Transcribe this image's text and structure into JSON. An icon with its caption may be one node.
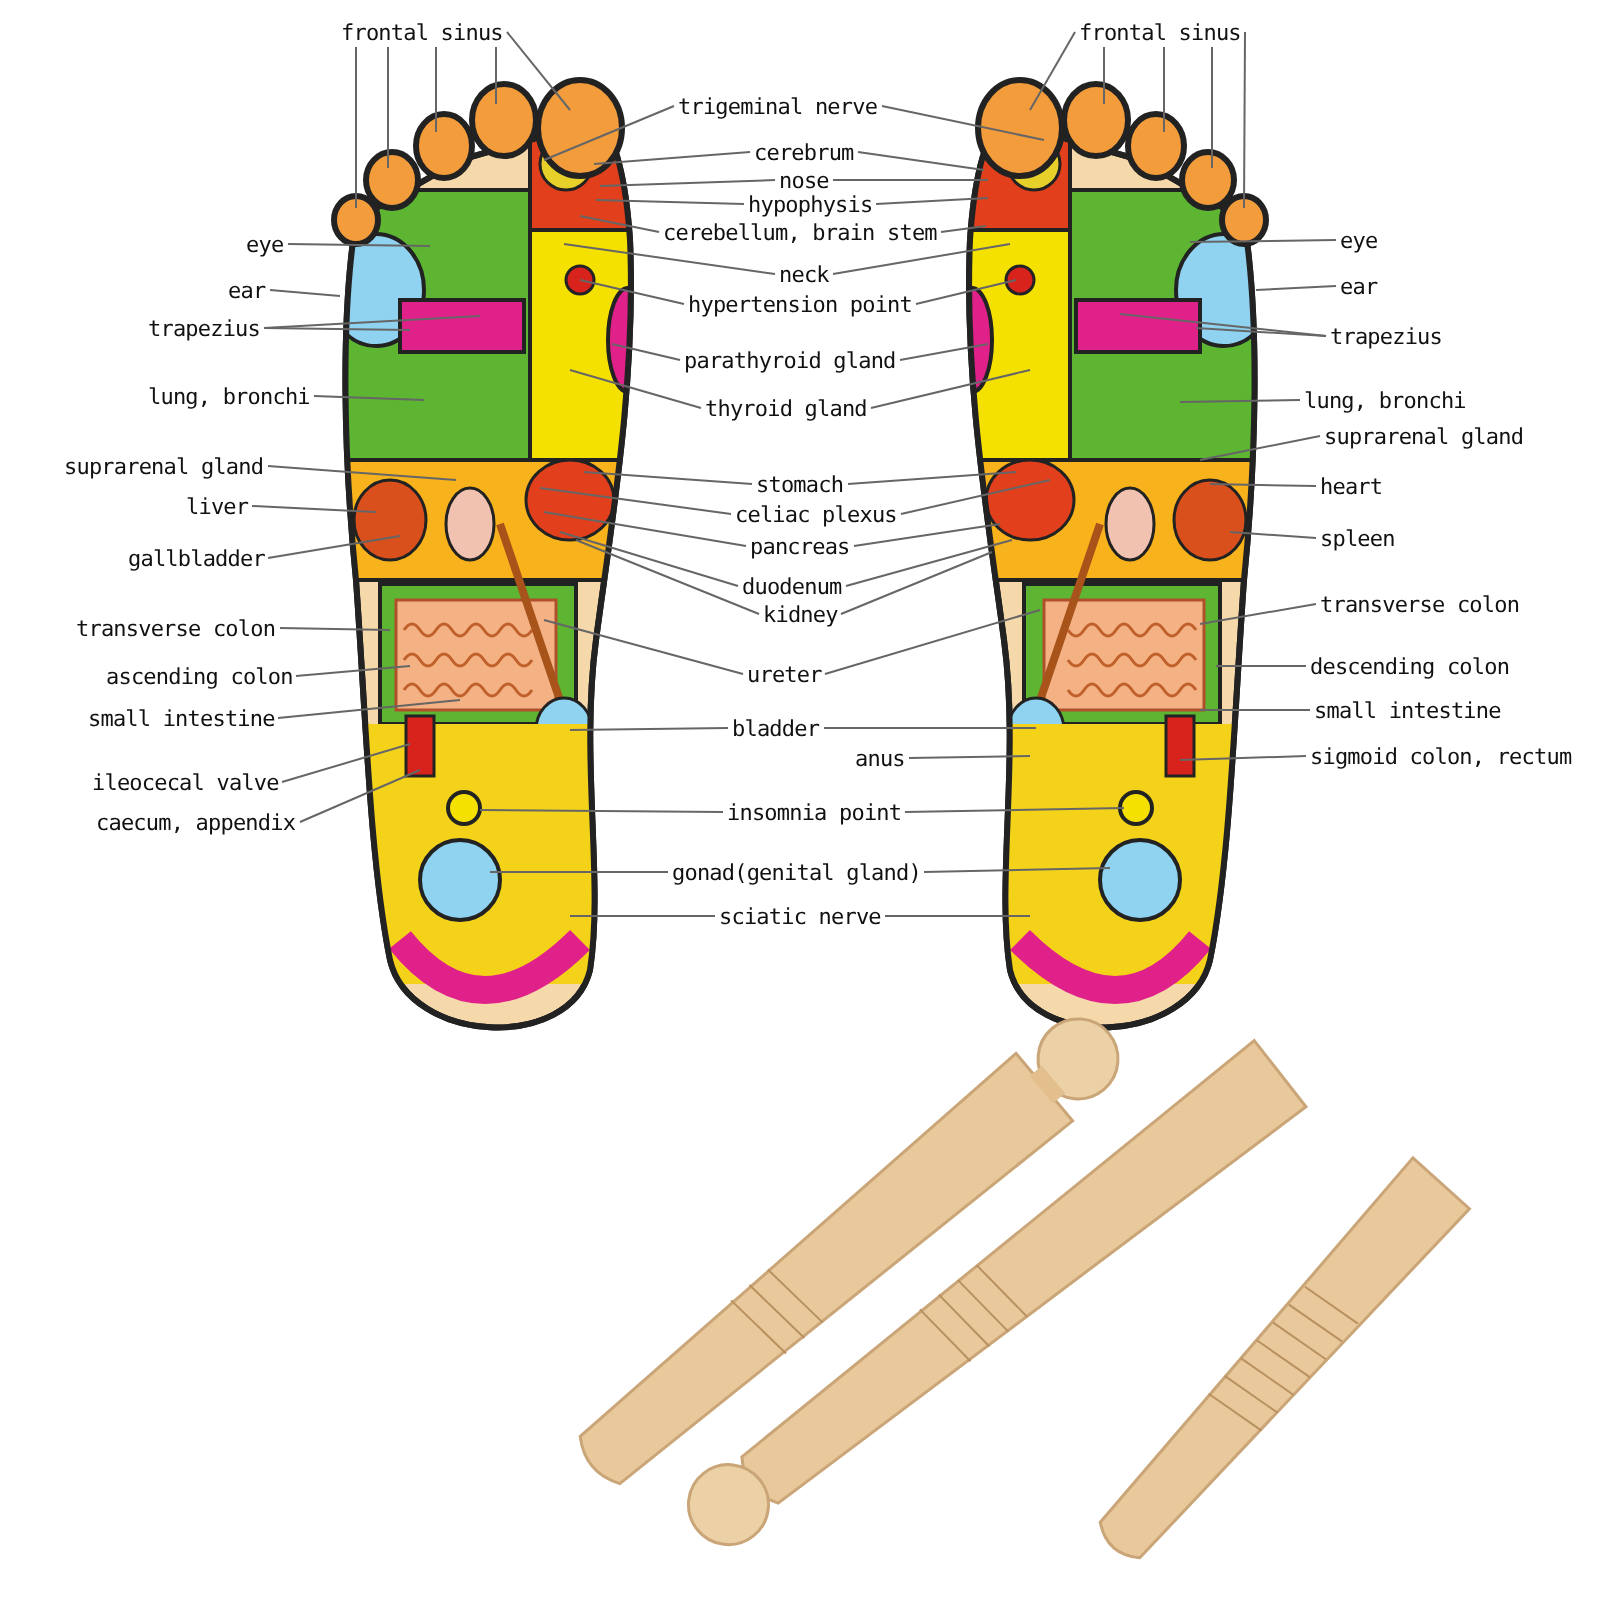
{
  "diagram": {
    "nodes": [
      {
        "text": [
          "frontal sinus"
        ]
      },
      {
        "text": [
          "eye"
        ]
      },
      {
        "text": [
          "ear"
        ]
      },
      {
        "text": [
          "trapezius"
        ]
      },
      {
        "text": [
          "lung, bronchi"
        ]
      },
      {
        "text": [
          "suprarenal gland"
        ]
      },
      {
        "text": [
          "liver"
        ]
      },
      {
        "text": [
          "gallbladder"
        ]
      },
      {
        "text": [
          "transverse colon"
        ]
      },
      {
        "text": [
          "ascending colon"
        ]
      },
      {
        "text": [
          "small intestine"
        ]
      },
      {
        "text": [
          "ileocecal valve"
        ]
      },
      {
        "text": [
          "caecum, appendix"
        ]
      },
      {
        "text": [
          "trigeminal nerve"
        ]
      },
      {
        "text": [
          "cerebrum"
        ]
      },
      {
        "text": [
          "nose"
        ]
      },
      {
        "text": [
          "hypophysis"
        ]
      },
      {
        "text": [
          "cerebellum, brain stem"
        ]
      },
      {
        "text": [
          "neck"
        ]
      },
      {
        "text": [
          "hypertension point"
        ]
      },
      {
        "text": [
          "parathyroid gland"
        ]
      },
      {
        "text": [
          "thyroid gland"
        ]
      },
      {
        "text": [
          "stomach"
        ]
      },
      {
        "text": [
          "celiac plexus"
        ]
      },
      {
        "text": [
          "pancreas"
        ]
      },
      {
        "text": [
          "duodenum"
        ]
      },
      {
        "text": [
          "kidney"
        ]
      },
      {
        "text": [
          "ureter"
        ]
      },
      {
        "text": [
          "bladder"
        ]
      },
      {
        "text": [
          "anus"
        ]
      },
      {
        "text": [
          "insomnia point"
        ]
      },
      {
        "text": [
          "gonad(genital gland)"
        ]
      },
      {
        "text": [
          "sciatic nerve"
        ]
      },
      {
        "text": [
          "frontal sinus"
        ]
      },
      {
        "text": [
          "eye"
        ]
      },
      {
        "text": [
          "ear"
        ]
      },
      {
        "text": [
          "trapezius"
        ]
      },
      {
        "text": [
          "lung, bronchi"
        ]
      },
      {
        "text": [
          "suprarenal gland"
        ]
      },
      {
        "text": [
          "heart"
        ]
      },
      {
        "text": [
          "spleen"
        ]
      },
      {
        "text": [
          "transverse colon"
        ]
      },
      {
        "text": [
          "descending colon"
        ]
      },
      {
        "text": [
          "small intestine"
        ]
      },
      {
        "text": [
          "sigmoid colon, rectum"
        ]
      }
    ],
    "edges": [
      {
        "from": 0,
        "to": null,
        "arrow": "none"
      },
      {
        "from": 0,
        "to": null,
        "arrow": "none"
      },
      {
        "from": 0,
        "to": null,
        "arrow": "none"
      },
      {
        "from": 0,
        "to": null,
        "arrow": "none"
      },
      {
        "from": 0,
        "to": null,
        "arrow": "none"
      },
      {
        "from": 1,
        "to": null,
        "arrow": "none"
      },
      {
        "from": 2,
        "to": null,
        "arrow": "none"
      },
      {
        "from": 3,
        "to": null,
        "arrow": "none"
      },
      {
        "from": 3,
        "to": null,
        "arrow": "none"
      },
      {
        "from": 4,
        "to": null,
        "arrow": "none"
      },
      {
        "from": 5,
        "to": null,
        "arrow": "none"
      },
      {
        "from": 6,
        "to": null,
        "arrow": "none"
      },
      {
        "from": 7,
        "to": null,
        "arrow": "none"
      },
      {
        "from": 8,
        "to": null,
        "arrow": "none"
      },
      {
        "from": 9,
        "to": null,
        "arrow": "none"
      },
      {
        "from": 10,
        "to": null,
        "arrow": "none"
      },
      {
        "from": 11,
        "to": null,
        "arrow": "none"
      },
      {
        "from": 12,
        "to": null,
        "arrow": "none"
      },
      {
        "from": 13,
        "to": null,
        "arrow": "none"
      },
      {
        "from": 13,
        "to": null,
        "arrow": "none"
      },
      {
        "from": 14,
        "to": null,
        "arrow": "none"
      },
      {
        "from": 14,
        "to": null,
        "arrow": "none"
      },
      {
        "from": 15,
        "to": null,
        "arrow": "none"
      },
      {
        "from": 15,
        "to": null,
        "arrow": "none"
      },
      {
        "from": 16,
        "to": null,
        "arrow": "none"
      },
      {
        "from": 16,
        "to": null,
        "arrow": "none"
      },
      {
        "from": 17,
        "to": null,
        "arrow": "none"
      },
      {
        "from": 17,
        "to": null,
        "arrow": "none"
      },
      {
        "from": 18,
        "to": null,
        "arrow": "none"
      },
      {
        "from": 18,
        "to": null,
        "arrow": "none"
      },
      {
        "from": 19,
        "to": null,
        "arrow": "none"
      },
      {
        "from": 19,
        "to": null,
        "arrow": "none"
      },
      {
        "from": 20,
        "to": null,
        "arrow": "none"
      },
      {
        "from": 20,
        "to": null,
        "arrow": "none"
      },
      {
        "from": 21,
        "to": null,
        "arrow": "none"
      },
      {
        "from": 21,
        "to": null,
        "arrow": "none"
      },
      {
        "from": 22,
        "to": null,
        "arrow": "none"
      },
      {
        "from": 22,
        "to": null,
        "arrow": "none"
      },
      {
        "from": 23,
        "to": null,
        "arrow": "none"
      },
      {
        "from": 23,
        "to": null,
        "arrow": "none"
      },
      {
        "from": 24,
        "to": null,
        "arrow": "none"
      },
      {
        "from": 24,
        "to": null,
        "arrow": "none"
      },
      {
        "from": 25,
        "to": null,
        "arrow": "none"
      },
      {
        "from": 25,
        "to": null,
        "arrow": "none"
      },
      {
        "from": 26,
        "to": null,
        "arrow": "none"
      },
      {
        "from": 26,
        "to": null,
        "arrow": "none"
      },
      {
        "from": 27,
        "to": null,
        "arrow": "none"
      },
      {
        "from": 27,
        "to": null,
        "arrow": "none"
      },
      {
        "from": 28,
        "to": null,
        "arrow": "none"
      },
      {
        "from": 28,
        "to": null,
        "arrow": "none"
      },
      {
        "from": 29,
        "to": null,
        "arrow": "none"
      },
      {
        "from": 30,
        "to": null,
        "arrow": "none"
      },
      {
        "from": 30,
        "to": null,
        "arrow": "none"
      },
      {
        "from": 31,
        "to": null,
        "arrow": "none"
      },
      {
        "from": 31,
        "to": null,
        "arrow": "none"
      },
      {
        "from": 32,
        "to": null,
        "arrow": "none"
      },
      {
        "from": 32,
        "to": null,
        "arrow": "none"
      },
      {
        "from": 33,
        "to": null,
        "arrow": "none"
      },
      {
        "from": 33,
        "to": null,
        "arrow": "none"
      },
      {
        "from": 33,
        "to": null,
        "arrow": "none"
      },
      {
        "from": 33,
        "to": null,
        "arrow": "none"
      },
      {
        "from": 33,
        "to": null,
        "arrow": "none"
      },
      {
        "from": 34,
        "to": null,
        "arrow": "none"
      },
      {
        "from": 35,
        "to": null,
        "arrow": "none"
      },
      {
        "from": 36,
        "to": null,
        "arrow": "none"
      },
      {
        "from": 36,
        "to": null,
        "arrow": "none"
      },
      {
        "from": 37,
        "to": null,
        "arrow": "none"
      },
      {
        "from": 38,
        "to": null,
        "arrow": "none"
      },
      {
        "from": 39,
        "to": null,
        "arrow": "none"
      },
      {
        "from": 40,
        "to": null,
        "arrow": "none"
      },
      {
        "from": 41,
        "to": null,
        "arrow": "none"
      },
      {
        "from": 42,
        "to": null,
        "arrow": "none"
      },
      {
        "from": 43,
        "to": null,
        "arrow": "none"
      },
      {
        "from": 44,
        "to": null,
        "arrow": "none"
      }
    ]
  }
}
